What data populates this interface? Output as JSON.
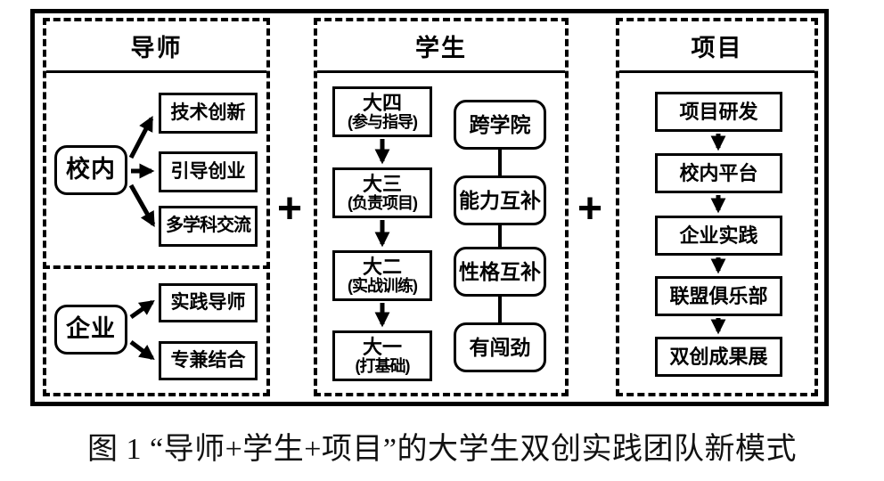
{
  "diagram": {
    "caption": "图 1 “导师+学生+项目”的大学生双创实践团队新模式",
    "plus_sign": "+",
    "mentor": {
      "header": "导师",
      "campus": {
        "source": "校内",
        "targets": [
          "技术创新",
          "引导创业",
          "多学科交流"
        ]
      },
      "enterprise": {
        "source": "企业",
        "targets": [
          "实践导师",
          "专兼结合"
        ]
      }
    },
    "student": {
      "header": "学生",
      "grades": [
        {
          "line1": "大四",
          "line2": "(参与指导)"
        },
        {
          "line1": "大三",
          "line2": "(负责项目)"
        },
        {
          "line1": "大二",
          "line2": "(实战训练)"
        },
        {
          "line1": "大一",
          "line2": "(打基础)"
        }
      ],
      "traits": [
        "跨学院",
        "能力互补",
        "性格互补",
        "有闯劲"
      ]
    },
    "project": {
      "header": "项目",
      "stages": [
        "项目研发",
        "校内平台",
        "企业实践",
        "联盟俱乐部",
        "双创成果展"
      ]
    }
  }
}
